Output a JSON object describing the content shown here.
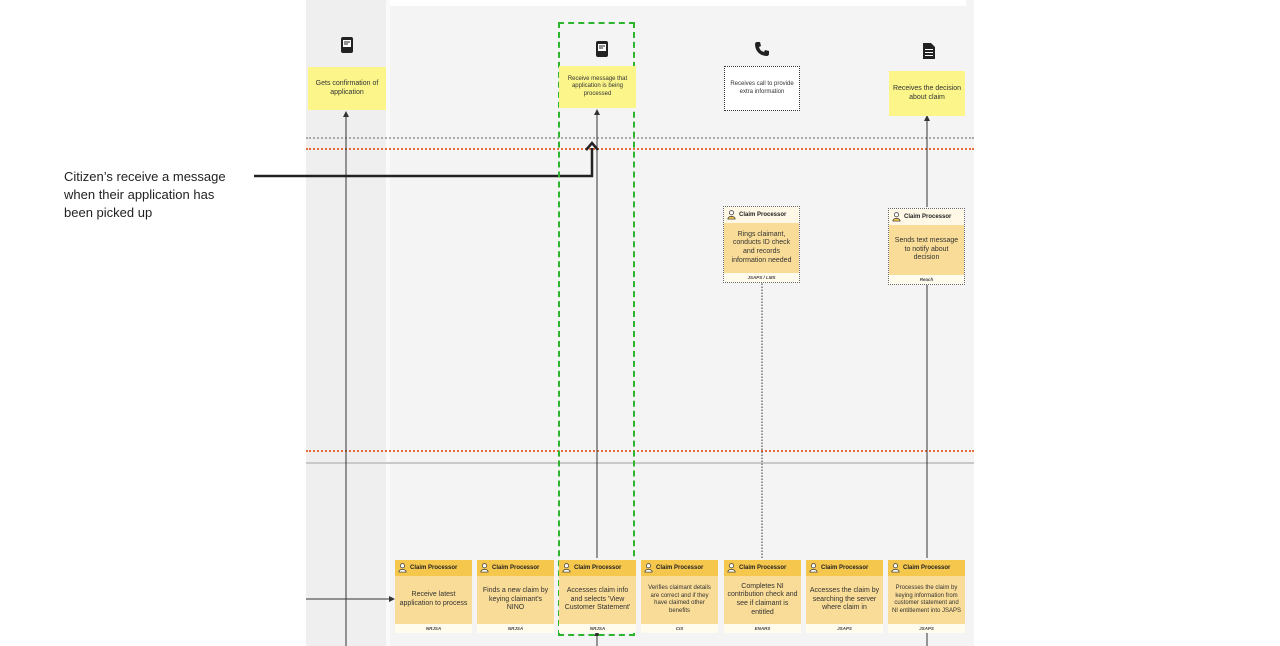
{
  "callout": {
    "text_line1": "Citizen’s receive a message",
    "text_line2": "when their application has",
    "text_line3": "been picked up"
  },
  "frontstage": {
    "touchpoints": [
      {
        "icon": "mobile-message-icon",
        "text": "Gets confirmation of application",
        "style": "sticky"
      },
      {
        "icon": "mobile-message-icon",
        "text": "Receive message that application is being processed",
        "style": "sticky"
      },
      {
        "icon": "phone-icon",
        "text": "Receives call to provide extra information",
        "style": "dotted"
      },
      {
        "icon": "document-icon",
        "text": "Receives the decision about claim",
        "style": "sticky"
      }
    ]
  },
  "side_cards": [
    {
      "role": "Claim Processor",
      "text": "Rings claimant, conducts ID check and records information needed",
      "system": "JSAPS / LMS"
    },
    {
      "role": "Claim Processor",
      "text": "Sends text message to notify about decision",
      "system": "Reach"
    }
  ],
  "process_cards": [
    {
      "role": "Claim Processor",
      "text": "Receive latest application to process",
      "system": "NRJSA"
    },
    {
      "role": "Claim Processor",
      "text": "Finds a new claim by keying claimant's NINO",
      "system": "NRJSA"
    },
    {
      "role": "Claim Processor",
      "text": "Accesses claim info and selects 'View Customer Statement'",
      "system": "NRJSA"
    },
    {
      "role": "Claim Processor",
      "text": "Verifies claimant details are correct and if they have claimed other benefits",
      "system": "CIS"
    },
    {
      "role": "Claim Processor",
      "text": "Completes NI contribution check and see if claimant is entitled",
      "system": "ENARS"
    },
    {
      "role": "Claim Processor",
      "text": "Accesses the claim by searching the server where claim in",
      "system": "JSAPS"
    },
    {
      "role": "Claim Processor",
      "text": "Processes the claim by keying information from customer statement and NI entitlement into JSAPS",
      "system": "JSAPS"
    }
  ],
  "colors": {
    "sticky": "#fbf58a",
    "card_head": "#f6c74d",
    "card_body": "#f9dc97",
    "highlight_frame": "#2db52d",
    "line_of_interaction": "#e86a3a"
  }
}
